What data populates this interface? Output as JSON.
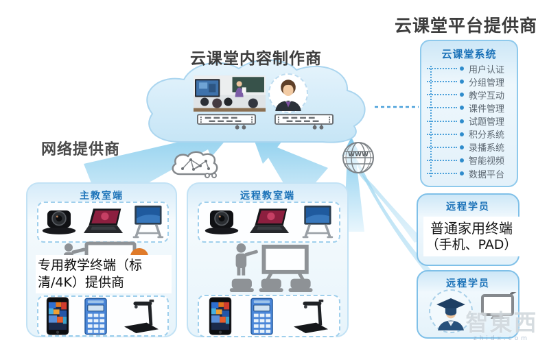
{
  "labels": {
    "platform_provider": "云课堂平台提供商",
    "content_producer": "云课堂内容制作商",
    "network_provider": "网络提供商"
  },
  "cloud_system": {
    "header": "云课堂系统",
    "items": [
      "用户认证",
      "分组管理",
      "教学互动",
      "课件管理",
      "试题管理",
      "积分系统",
      "录播系统",
      "智能视频",
      "数据平台"
    ]
  },
  "main_classroom": {
    "header": "主教室端",
    "overlay_note": "专用教学终端（标清/4K）提供商",
    "devices_row1": [
      "ptz-camera",
      "laptop",
      "interactive-whiteboard"
    ],
    "devices_row2": [
      "smartphone",
      "control-panel",
      "document-camera"
    ]
  },
  "remote_classroom": {
    "header": "远程教室端",
    "devices_row1": [
      "ptz-camera",
      "laptop",
      "interactive-whiteboard"
    ],
    "devices_row2": [
      "smartphone",
      "control-panel",
      "document-camera"
    ]
  },
  "remote_student_top": {
    "header": "远程学员",
    "note_line1": "普通家用终端",
    "note_line2": "（手机、PAD）"
  },
  "remote_student_bottom": {
    "header": "远程学员",
    "icons": [
      "graduate-avatar",
      "monitor"
    ]
  },
  "cloud_content": {
    "icons": [
      "classroom-photo",
      "teacher-avatar",
      "network-switch",
      "network-switch"
    ]
  },
  "connector_icons": {
    "network_cloud": "network-cloud-icon",
    "globe": "www-globe-icon",
    "globe_text": "WWW"
  },
  "watermark": {
    "text": "智東西",
    "sub": "zhidx.com"
  },
  "colors": {
    "accent_blue": "#1b72b8",
    "dotted_blue": "#4aa0da",
    "panel_border": "#8ec9ec",
    "box_fill_top": "#cde7f7",
    "arrow_blue": "#aednf2",
    "title_dark": "#3d3d3d",
    "orange_accent": "#e07b2a"
  }
}
